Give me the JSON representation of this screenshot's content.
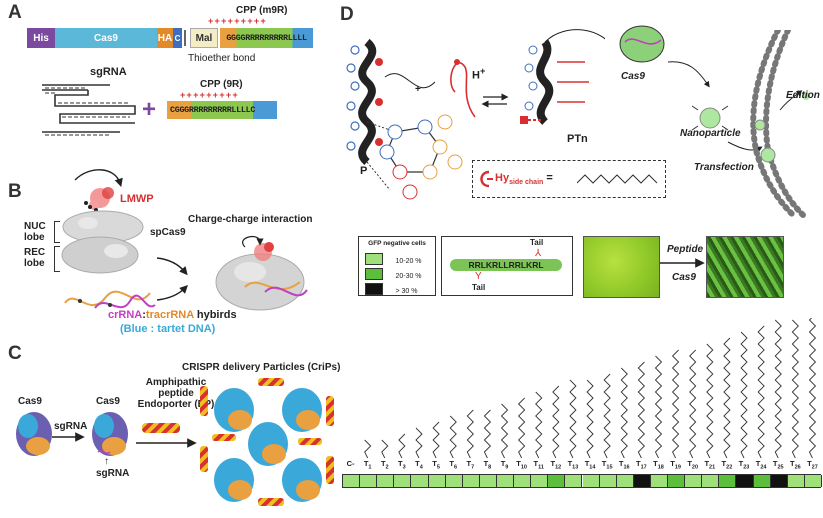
{
  "panel_a": {
    "letter": "A",
    "cpp_m9r_label": "CPP (m9R)",
    "plus_row_1": "+++++++++",
    "his": "His",
    "cas9": "Cas9",
    "ha": "HA",
    "c1": "C",
    "mal": "Mal",
    "seq1": "GGGGRRRRRRRRRLLLL",
    "thioether": "Thioether bond",
    "sgrna": "sgRNA",
    "cpp_9r_label": "CPP (9R)",
    "plus_row_2": "+++++++++",
    "seq2": "CGGGRRRRRRRRRLLLLC",
    "plus_sign": "+"
  },
  "panel_b": {
    "letter": "B",
    "lmwp": "LMWP",
    "nuc": "NUC",
    "lobe1": "lobe",
    "rec": "REC",
    "lobe2": "lobe",
    "spcas9": "spCas9",
    "charge": "Charge-charge interaction",
    "crrna": "crRNA",
    "colon": ":",
    "tracrrna": "tracrRNA",
    "hybirds": " hybirds",
    "blue": "(Blue : tartet DNA)"
  },
  "panel_c": {
    "letter": "C",
    "title": "CRISPR delivery Particles (CriPs)",
    "cas9_1": "Cas9",
    "cas9_2": "Cas9",
    "sgrna_arrow": "sgRNA",
    "sgrna_below": "sgRNA",
    "ep1": "Amphipathic",
    "ep2": "peptide",
    "ep3": "Endoporter (EP)"
  },
  "panel_d": {
    "letter": "D",
    "hplus": "H",
    "hplus_sup": "+",
    "plus": "+",
    "p": "P",
    "ptn": "PTn",
    "cas9": "Cas9",
    "nanoparticle": "Nanoparticle",
    "transfection": "Transfection",
    "edition": "Edition",
    "hy": "Hy",
    "hy_sub": "side chain",
    "hy_eq": "=",
    "legend_title": "GFP negative cells",
    "legend": [
      {
        "label": "10-20 %",
        "color": "#9fe07a"
      },
      {
        "label": "20-30 %",
        "color": "#5cbf3c"
      },
      {
        "label": "> 30 %",
        "color": "#111111"
      }
    ],
    "peptide_seq": "RRLKRLLRRLKRL",
    "tail1": "Tail",
    "tail2": "Tail",
    "peptide": "Peptide",
    "cas9_arrow": "Cas9",
    "axis_labels": [
      "C-",
      "T1",
      "T2",
      "T3",
      "T4",
      "T5",
      "T6",
      "T7",
      "T8",
      "T9",
      "T10",
      "T11",
      "T12",
      "T13",
      "T14",
      "T15",
      "T16",
      "T17",
      "T18",
      "T19",
      "T20",
      "T21",
      "T22",
      "T23",
      "T24",
      "T25",
      "T26",
      "T27"
    ],
    "heat_levels": [
      1,
      1,
      1,
      1,
      1,
      1,
      1,
      1,
      1,
      1,
      1,
      1,
      2,
      1,
      1,
      1,
      1,
      3,
      1,
      2,
      1,
      1,
      2,
      3,
      2,
      3,
      1,
      1
    ]
  },
  "colors": {
    "his": "#7b4aa0",
    "cas9": "#5bb8d8",
    "ha": "#e08a2a",
    "mal": "#f3ecc4",
    "green": "#7cc455",
    "blue_seg": "#4a8fd0",
    "accent_red": "#d83030"
  }
}
